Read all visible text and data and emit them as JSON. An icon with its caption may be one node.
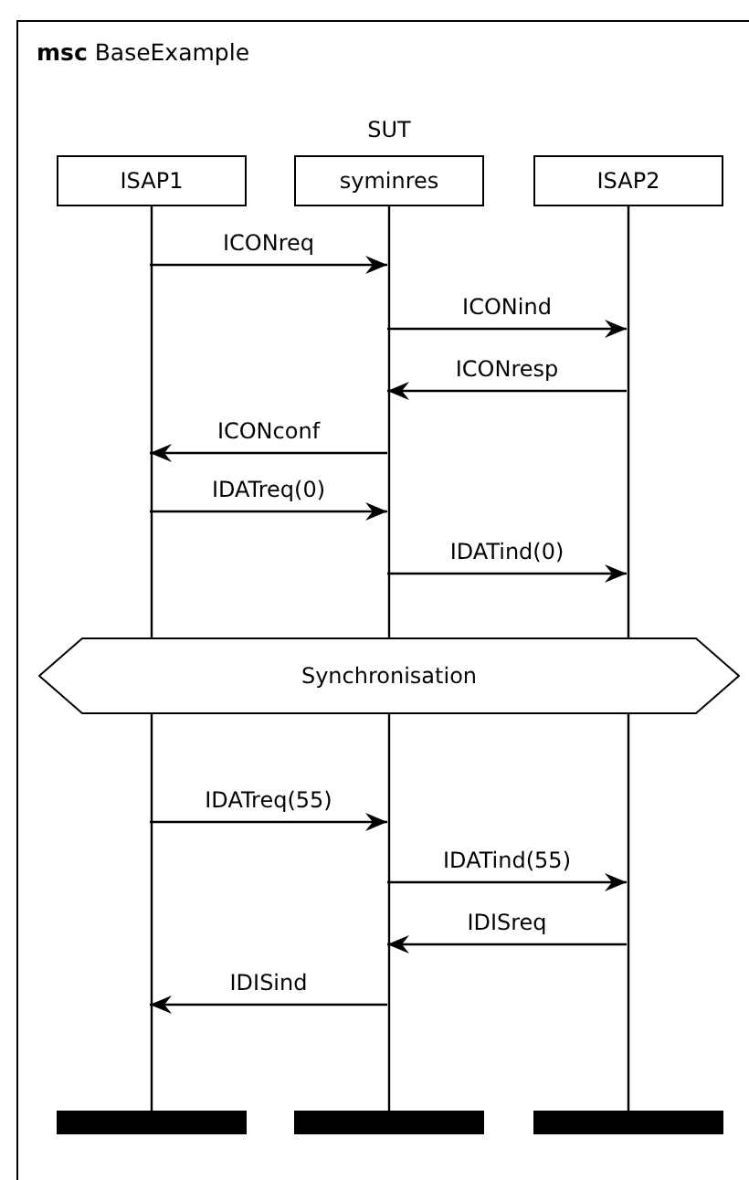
{
  "diagram": {
    "nodes": [
      {
        "text": [
          "**msc** BaseExample"
        ]
      },
      {
        "text": [
          "ISAP1"
        ],
        "in": 0
      },
      {
        "text": [
          "SUT",
          "syminres"
        ],
        "in": 0
      },
      {
        "text": [
          "ISAP2"
        ],
        "in": 0
      },
      {
        "text": [
          "Synchronisation"
        ],
        "in": 0
      }
    ],
    "edges": [
      {
        "from": 1,
        "to": 2,
        "label": "ICONreq",
        "arrow": "to"
      },
      {
        "from": 2,
        "to": 3,
        "label": "ICONind",
        "arrow": "to"
      },
      {
        "from": 3,
        "to": 2,
        "label": "ICONresp",
        "arrow": "to"
      },
      {
        "from": 2,
        "to": 1,
        "label": "ICONconf",
        "arrow": "to"
      },
      {
        "from": 1,
        "to": 2,
        "label": "IDATreq(0)",
        "arrow": "to"
      },
      {
        "from": 2,
        "to": 3,
        "label": "IDATind(0)",
        "arrow": "to"
      },
      {
        "from": 1,
        "to": 2,
        "label": "IDATreq(55)",
        "arrow": "to"
      },
      {
        "from": 2,
        "to": 3,
        "label": "IDATind(55)",
        "arrow": "to"
      },
      {
        "from": 3,
        "to": 2,
        "label": "IDISreq",
        "arrow": "to"
      },
      {
        "from": 2,
        "to": 1,
        "label": "IDISind",
        "arrow": "to"
      }
    ]
  }
}
